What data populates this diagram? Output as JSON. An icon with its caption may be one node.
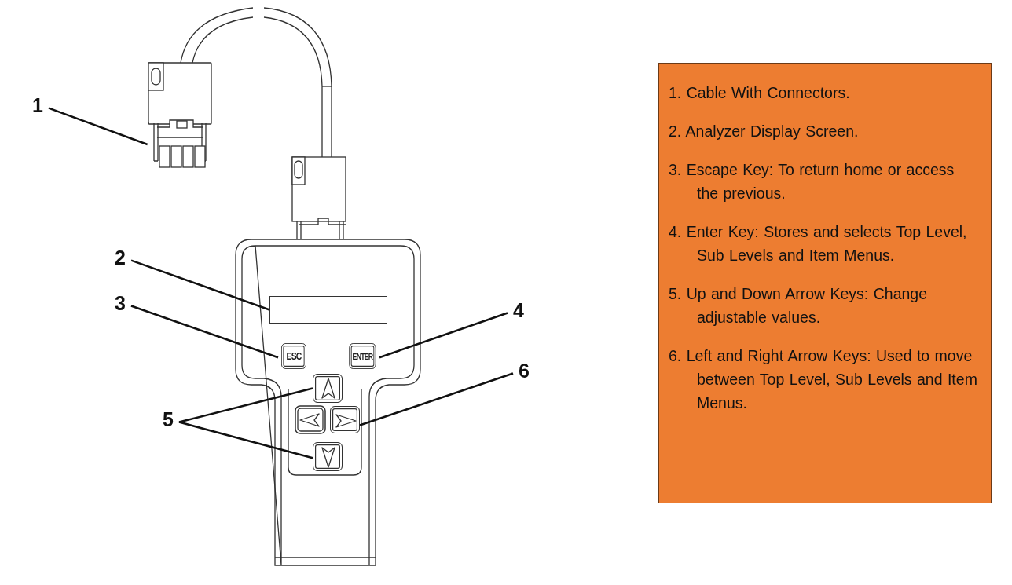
{
  "diagram": {
    "nodes": [
      {
        "text": [
          "1"
        ]
      },
      {
        "text": [],
        "shape": "picture"
      },
      {
        "text": [
          "2"
        ]
      },
      {
        "text": [],
        "shape": "box"
      },
      {
        "text": [
          "3"
        ]
      },
      {
        "text": [
          "ESC"
        ]
      },
      {
        "text": [
          "4"
        ]
      },
      {
        "text": [
          "ENTER"
        ]
      },
      {
        "text": [
          "5"
        ]
      },
      {
        "text": [],
        "shape": "box"
      },
      {
        "text": [],
        "shape": "box"
      },
      {
        "text": [
          "6"
        ]
      },
      {
        "text": [],
        "shape": "box"
      },
      {
        "text": [
          "1. Cable With Connectors.",
          "2. Analyzer Display Screen.",
          "3. Escape Key: To return home or access the previous.",
          "4. Enter Key: Stores and selects Top Level, Sub Levels and Item Menus.",
          "5. Up and Down Arrow Keys: Change adjustable values.",
          "6. Left and Right Arrow Keys: Used to move between Top Level, Sub Levels and Item Menus."
        ]
      }
    ],
    "edges": [
      {
        "from": 0,
        "to": 1,
        "arrow": "none"
      },
      {
        "from": 2,
        "to": 3,
        "arrow": "none"
      },
      {
        "from": 4,
        "to": 5,
        "arrow": "none"
      },
      {
        "from": 6,
        "to": 7,
        "arrow": "none"
      },
      {
        "from": 8,
        "to": 9,
        "arrow": "none"
      },
      {
        "from": 8,
        "to": 10,
        "arrow": "none"
      },
      {
        "from": 11,
        "to": 12,
        "arrow": "none"
      }
    ]
  }
}
